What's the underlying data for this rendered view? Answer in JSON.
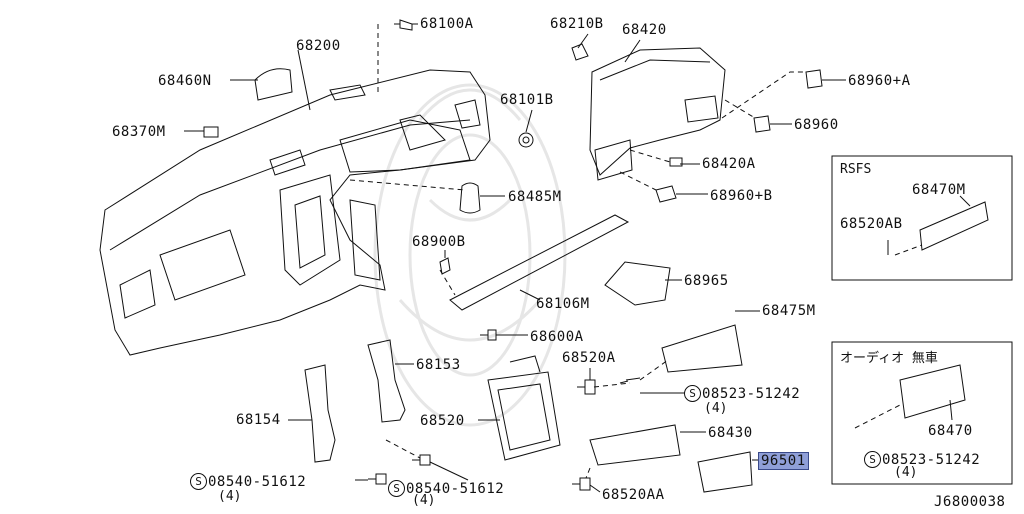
{
  "labels": {
    "p68100A": "68100A",
    "p68210B": "68210B",
    "p68420": "68420",
    "p68200": "68200",
    "p68460N": "68460N",
    "p68101B": "68101B",
    "p68960plusA": "68960+A",
    "p68370M": "68370M",
    "p68960": "68960",
    "p68420A": "68420A",
    "p68485M": "68485M",
    "p68960plusB": "68960+B",
    "p68900B": "68900B",
    "p68965": "68965",
    "p68106M": "68106M",
    "p68475M": "68475M",
    "p68600A": "68600A",
    "p68520A": "68520A",
    "p68153": "68153",
    "p08523_51242a": "08523-51242",
    "p68154": "68154",
    "p68520": "68520",
    "p68430": "68430",
    "p96501": "96501",
    "p08540_51612a": "08540-51612",
    "p08540_51612b": "08540-51612",
    "p68520AA": "68520AA",
    "p68470M": "68470M",
    "p68520AB": "68520AB",
    "p68470": "68470",
    "p08523_51242b": "08523-51242"
  },
  "quantities": {
    "q08523a": "(4)",
    "q08540a": "(4)",
    "q08540b": "(4)",
    "q08523b": "(4)"
  },
  "screw_symbol": "S",
  "inset_rsfs": {
    "title": "RSFS"
  },
  "inset_audio": {
    "title": "オーディオ 無車"
  },
  "diagram_code": "J6800038",
  "highlight_color": "#8f9fd8"
}
